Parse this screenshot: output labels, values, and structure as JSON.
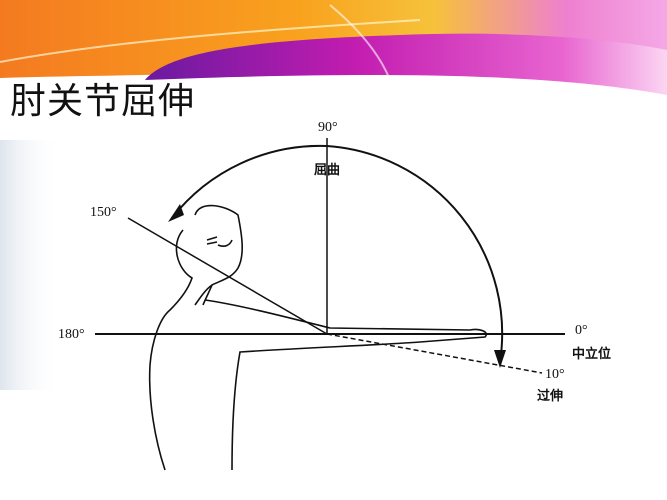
{
  "slide": {
    "title": "肘关节屈伸"
  },
  "diagram": {
    "labels": {
      "deg_90": "90°",
      "flexion": "屈曲",
      "deg_150": "150°",
      "deg_180": "180°",
      "deg_0": "0°",
      "neutral": "中立位",
      "deg_10": "10°",
      "hyperextension": "过伸"
    }
  },
  "colors": {
    "banner_orange": "#f7941d",
    "banner_purple": "#7a1fa2",
    "banner_pink": "#e040b0"
  }
}
